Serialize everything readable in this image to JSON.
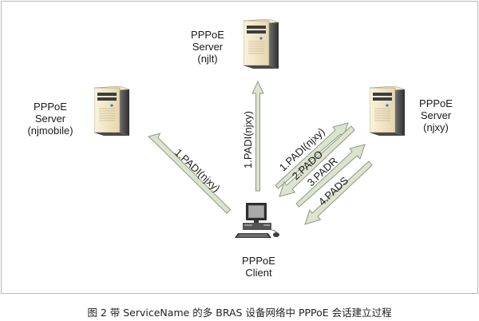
{
  "servers": {
    "top": {
      "line1": "PPPoE",
      "line2": "Server",
      "line3": "(njlt)"
    },
    "left": {
      "line1": "PPPoE",
      "line2": "Server",
      "line3": "(njmobile)"
    },
    "right": {
      "line1": "PPPoE",
      "line2": "Server",
      "line3": "(njxy)"
    }
  },
  "client": {
    "line1": "PPPoE",
    "line2": "Client"
  },
  "arrows": {
    "to_left": "1.PADI(njxy)",
    "to_top": "1.PADI(njxy)",
    "to_right_padi": "1.PADI(njxy)",
    "pado": "2.PADO",
    "padr": "3.PADR",
    "pads": "4.PADS"
  },
  "caption": "图 2  带 ServiceName 的多 BRAS 设备网络中 PPPoE 会话建立过程",
  "colors": {
    "arrow_fill": "#dce3cf",
    "arrow_stroke": "#8f9a80",
    "frame": "#b9b9b9"
  },
  "icons": {
    "server": "server-tower-icon",
    "client": "desktop-computer-icon"
  }
}
